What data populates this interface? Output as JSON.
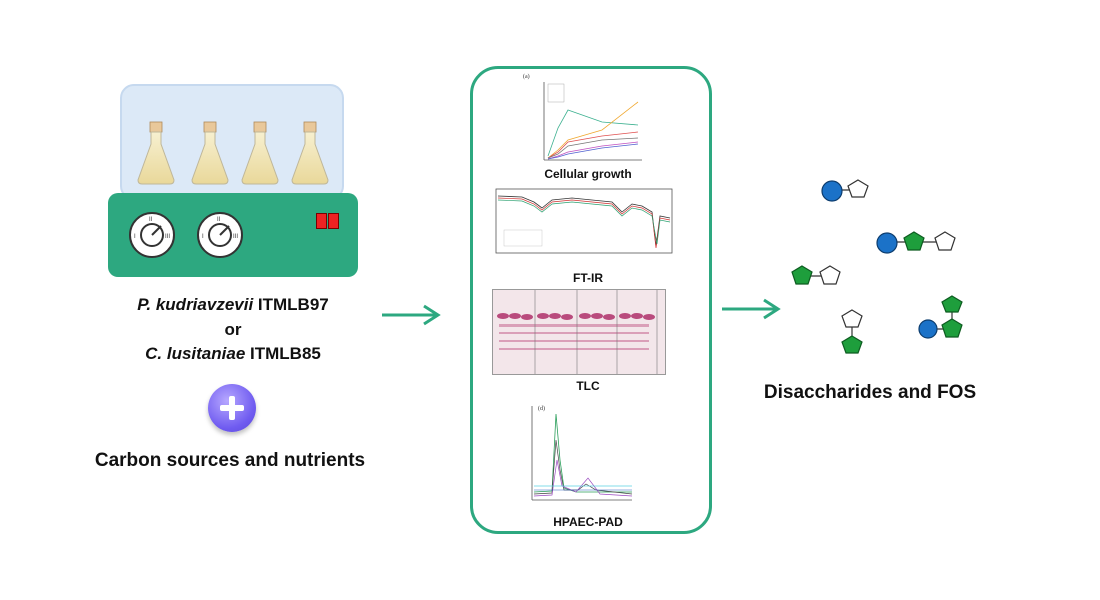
{
  "organisms": {
    "line1_species": "P. kudriavzevii",
    "line1_strain": "ITMLB97",
    "connector": "or",
    "line2_species": "C. lusitaniae",
    "line2_strain": "ITMLB85"
  },
  "carbon_label": "Carbon sources and nutrients",
  "panels": {
    "growth_label": "Cellular growth",
    "growth_tag": "(a)",
    "ftir_label": "FT-IR",
    "tlc_label": "TLC",
    "hpaec_label": "HPAEC-PAD",
    "hpaec_tag": "(d)"
  },
  "products_label": "Disaccharides and FOS",
  "colors": {
    "accent": "#2da880",
    "lid": "#dce9f7",
    "switch": "#e22222",
    "glucose_blue": "#1b72c8",
    "fructose_green": "#1e9e3c"
  },
  "icons": [
    "magnetic-stirrer-icon",
    "flask-icon",
    "plus-icon",
    "arrow-icon",
    "glucose-circle-icon",
    "fructose-pentagon-icon"
  ]
}
